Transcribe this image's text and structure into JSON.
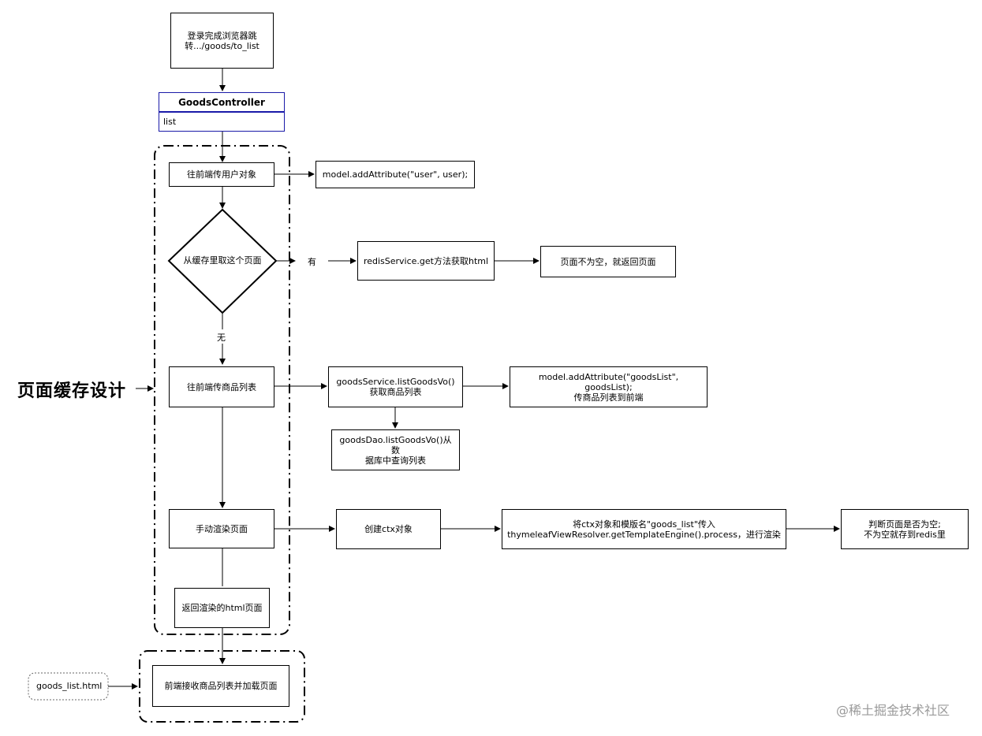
{
  "diagram": {
    "start_box": "登录完成浏览器跳\n转.../goods/to_list",
    "controller": {
      "title": "GoodsController",
      "method": "list"
    },
    "steps": {
      "pass_user": "往前端传用户对象",
      "model_user": "model.addAttribute(\"user\", user);",
      "cache_check": "从缓存里取这个页面",
      "label_has": "有",
      "label_none": "无",
      "redis_get": "redisService.get方法获取html",
      "return_page": "页面不为空，就返回页面",
      "pass_goods": "往前端传商品列表",
      "goods_service": "goodsService.listGoodsVo()\n获取商品列表",
      "model_goods": "model.addAttribute(\"goodsList\", goodsList);\n传商品列表到前端",
      "goods_dao": "goodsDao.listGoodsVo()从数\n据库中查询列表",
      "manual_render": "手动渲染页面",
      "create_ctx": "创建ctx对象",
      "thymeleaf": "将ctx对象和模版名\"goods_list\"传入\nthymeleafViewResolver.getTemplateEngine().process，进行渲染",
      "check_save": "判断页面是否为空;\n不为空就存到redis里",
      "return_html": "返回渲染的html页面",
      "frontend": "前端接收商品列表并加载页面",
      "goods_list_html": "goods_list.html"
    },
    "title": "页面缓存设计",
    "watermark": "@稀土掘金技术社区"
  }
}
